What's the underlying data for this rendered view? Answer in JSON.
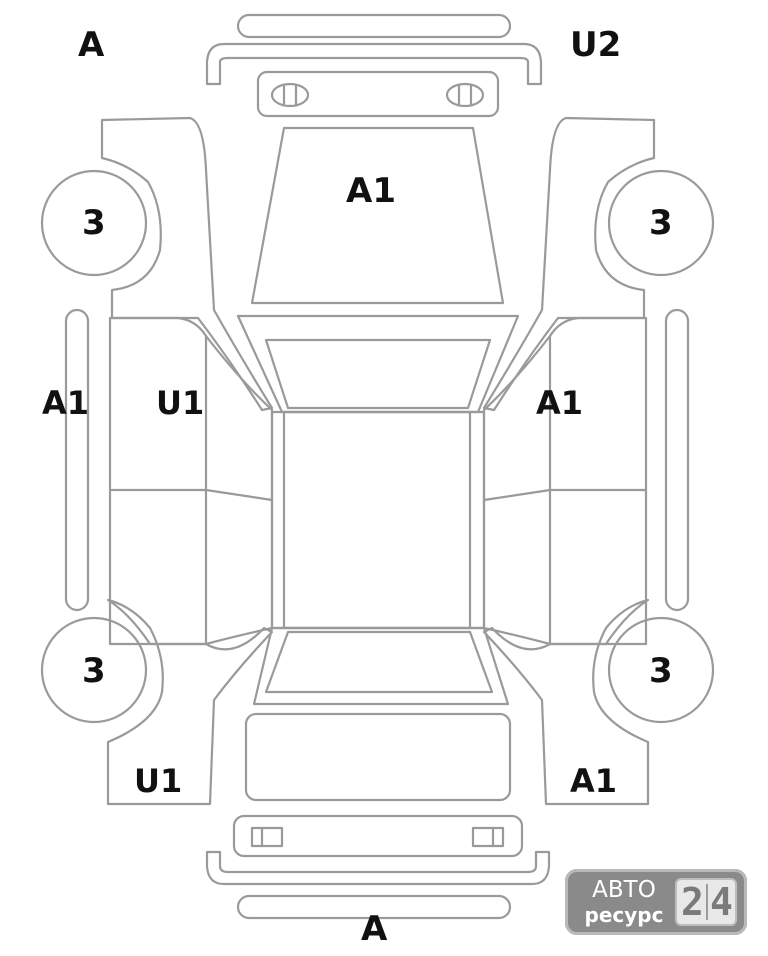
{
  "labels": {
    "front_bumper": "A",
    "front_grille": "U2",
    "hood": "A1",
    "left_front_wheel": "3",
    "right_front_wheel": "3",
    "left_rear_wheel": "3",
    "right_rear_wheel": "3",
    "left_sill": "A1",
    "left_front_door": "U1",
    "right_front_door": "A1",
    "left_rear_quarter": "U1",
    "right_rear_quarter": "A1",
    "rear_bumper": "A"
  },
  "logo": {
    "line1": "АВТО",
    "line2": "ресурс",
    "digit1": "2",
    "digit2": "4"
  },
  "colors": {
    "outline": "#9a9a9a",
    "label_text": "#111111",
    "logo_background": "#8a8a8a"
  }
}
